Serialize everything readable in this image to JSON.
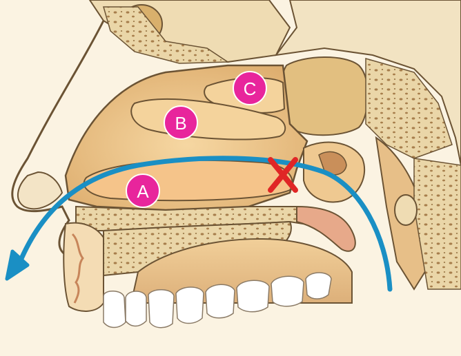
{
  "diagram": {
    "markers": [
      {
        "id": "A",
        "label": "A"
      },
      {
        "id": "B",
        "label": "B"
      },
      {
        "id": "C",
        "label": "C"
      }
    ],
    "colors": {
      "background": "#fbf3e2",
      "marker_fill": "#e8259c",
      "airflow_arrow": "#1a8fc4",
      "blocked_mark": "#e02626",
      "outline": "#6b5334",
      "bone": "#e8cf9e",
      "cavity": "#efc88e",
      "turbinate": "#f3c98f",
      "tissue_pink": "#e7a98a",
      "teeth": "#ffffff"
    },
    "icons": {
      "airflow": "curved-arrow-icon",
      "blockage": "x-mark-icon"
    }
  }
}
